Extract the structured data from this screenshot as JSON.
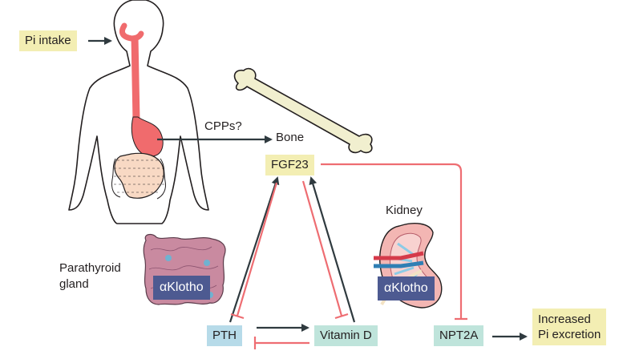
{
  "labels": {
    "pi_intake": "Pi intake",
    "cpps": "CPPs?",
    "bone": "Bone",
    "fgf23": "FGF23",
    "kidney": "Kidney",
    "parathyroid_line1": "Parathyroid",
    "parathyroid_line2": "gland",
    "klotho_parathyroid": "αKlotho",
    "klotho_kidney": "αKlotho",
    "pth": "PTH",
    "vitamin_d": "Vitamin D",
    "npt2a": "NPT2A",
    "increased_line1": "Increased",
    "increased_line2": "Pi excretion"
  },
  "colors": {
    "stimulate_arrow": "#2f3a3f",
    "inhibit_line": "#ee6d72",
    "gut": "#f06b6d",
    "bone": "#f1efcf",
    "parathyroid": "#c98aa0",
    "kidney": "#f3b6b3",
    "klotho_box": "#4d5a91"
  }
}
